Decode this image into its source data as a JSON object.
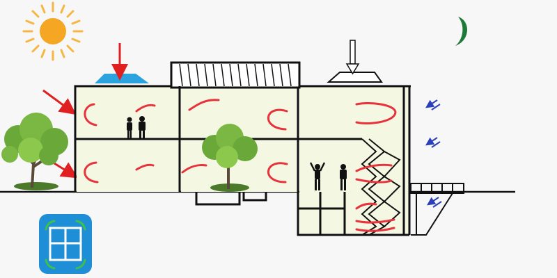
{
  "diagram": {
    "subject": "building-cross-section-passive-climate",
    "colors": {
      "background": "#f7f7f7",
      "interior": "#f4f8e2",
      "wall": "#111111",
      "sun": "#f5a623",
      "sun_ray": "#f5b642",
      "moon": "#1f7a3a",
      "solar_panel": "#2aa3df",
      "solar_arrow": "#e02020",
      "airflow": "#e8323c",
      "night_breeze": "#2a3fb8",
      "tree_foliage": "#6aa83a",
      "tree_foliage_light": "#8cc84b",
      "tree_trunk": "#5a4a3a",
      "window_badge": "#1e8fd6",
      "window_badge_arrow": "#3fc04a"
    },
    "icons": {
      "sun": "sun-icon",
      "moon": "crescent-moon-icon",
      "window_badge": "window-icon",
      "person": "person-icon",
      "tree": "tree-icon"
    },
    "features": {
      "solar_arrows": 3,
      "skylight_arrow": 1,
      "airflow_swirls": 14,
      "night_breeze_markers": 3,
      "people": 4,
      "trees": 2
    }
  }
}
